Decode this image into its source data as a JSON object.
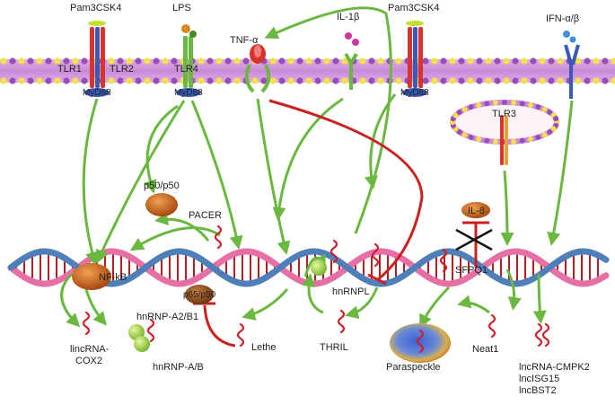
{
  "colors": {
    "membrane_bar": "#c88ad6",
    "membrane_bead_yellow": "#f4e04a",
    "membrane_bead_purple": "#9a4db8",
    "arrow_green": "#6ab83f",
    "inhibit_red": "#cc1f1f",
    "dna_pink": "#e66fa6",
    "dna_blue": "#4f7fb8",
    "dna_rung_red": "#b02020",
    "complex_orange": "#c9651c",
    "complex_brown": "#8a4a1a",
    "rna_red": "#d01e2a",
    "ligand_green": "#c9dd2c",
    "ligand_orange": "#d98a1c",
    "ligand_magenta": "#c93aa0",
    "ligand_blue": "#3f8fd8",
    "receptor_red": "#d8342c",
    "receptor_blue": "#3a5ab8",
    "receptor_green": "#6ab83f"
  },
  "labels": {
    "pam3csk4_left": "Pam3CSK4",
    "lps": "LPS",
    "il1b": "IL-1β",
    "pam3csk4_right": "Pam3CSK4",
    "ifn": "IFN-α/β",
    "tnfa": "TNF-α",
    "tlr1": "TLR1",
    "tlr2": "TLR2",
    "tlr4": "TLR4",
    "myd88_left": "MyD88",
    "myd88_mid": "MyD88",
    "myd88_right": "MyD88",
    "tlr3": "TLR3",
    "p50p50": "p50/p50",
    "pacer": "PACER",
    "il8": "IL-8",
    "nfkb": "NF-kB",
    "p65p50": "p65/p50",
    "hnrnpl": "hnRNPL",
    "sfpq1": "SFPQ1",
    "hnrnpa2b1": "hnRNP-A2/B1",
    "hnrnpab": "hnRNP-A/B",
    "lincrna_cox2": [
      "lincRNA-",
      "COX2"
    ],
    "lethe": "Lethe",
    "thril": "THRIL",
    "paraspeckle": "Paraspeckle",
    "neat1": "Neat1",
    "lnc_list": [
      "lncRNA-CMPK2",
      "lncISG15",
      "lncBST2"
    ]
  }
}
